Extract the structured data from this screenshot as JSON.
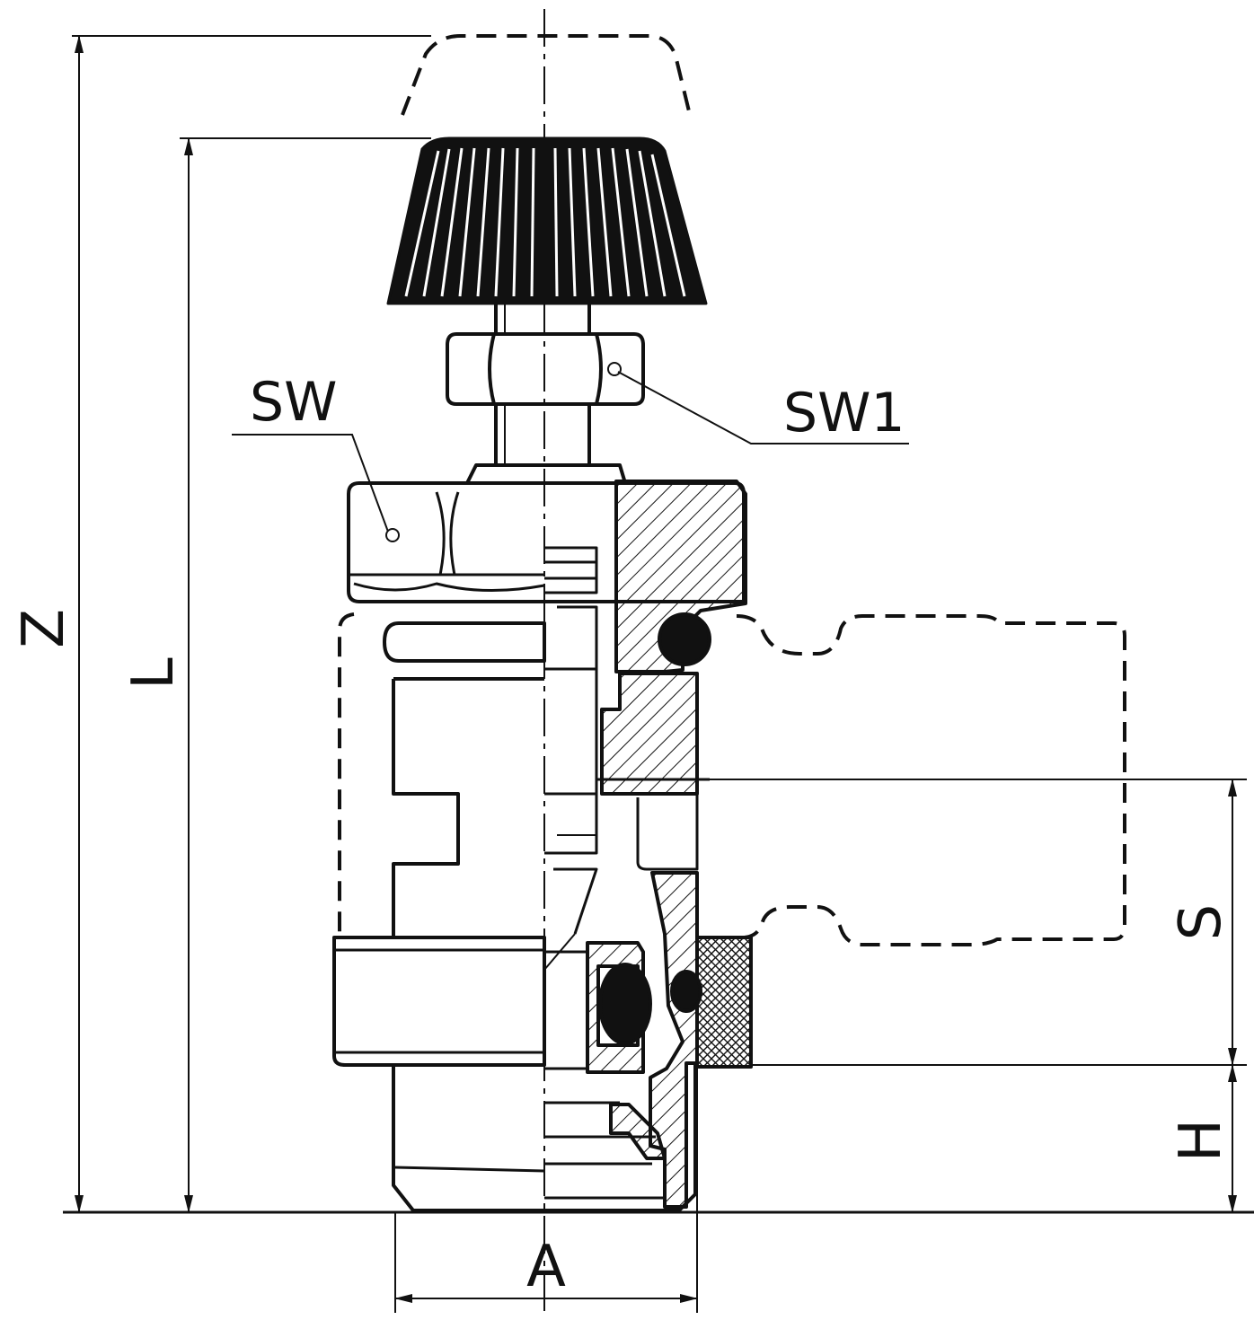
{
  "colors": {
    "ink": "#111111",
    "paper": "#ffffff"
  },
  "labels": {
    "sw": "SW",
    "sw1": "SW1",
    "z": "Z",
    "l": "L",
    "a": "A",
    "s": "S",
    "h": "H"
  }
}
